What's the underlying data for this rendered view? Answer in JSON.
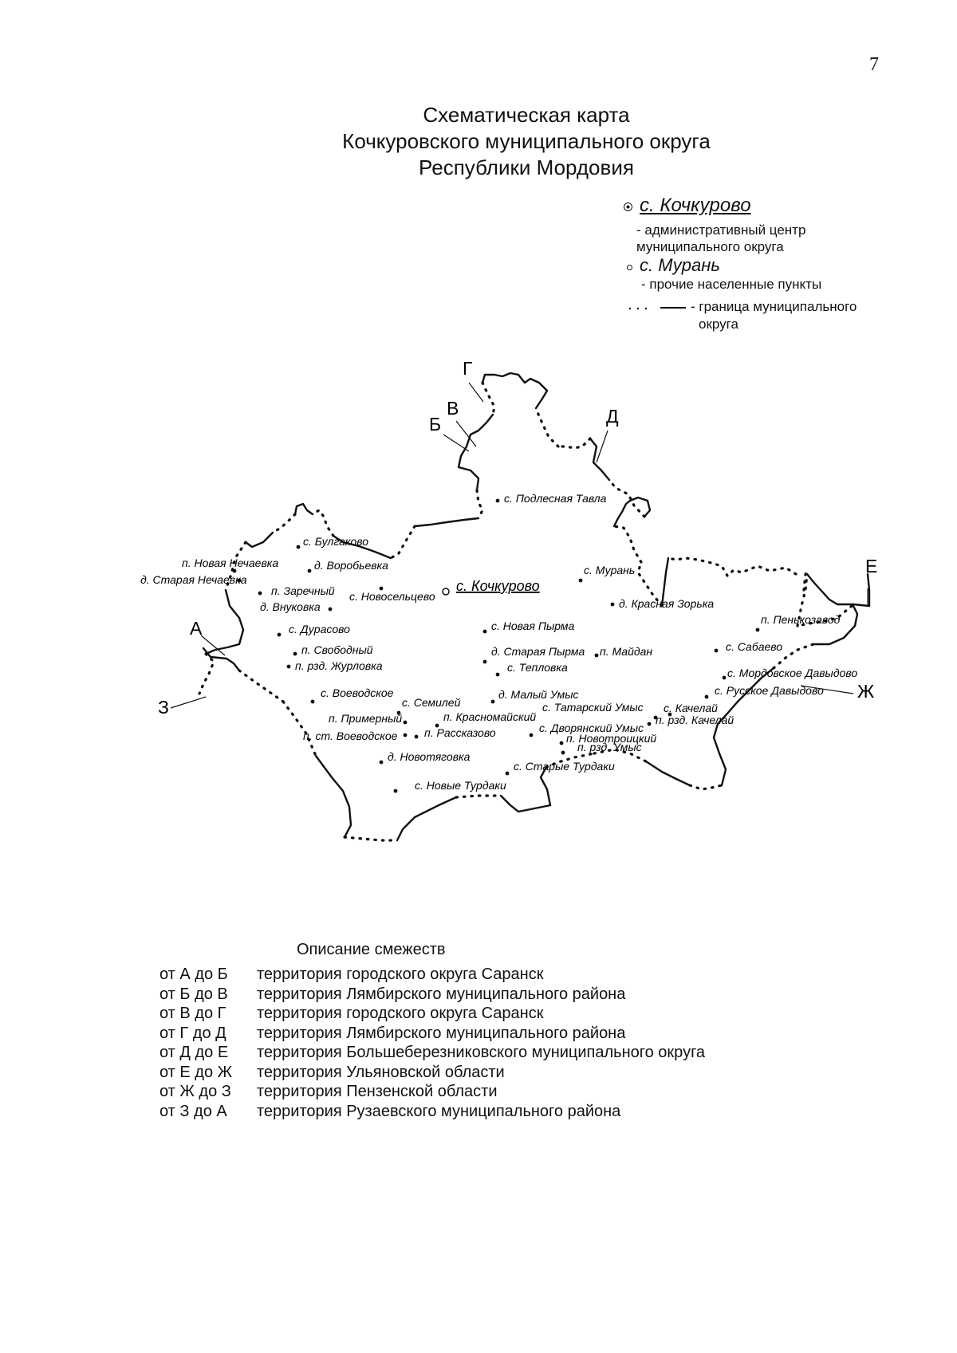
{
  "page_number": "7",
  "title": {
    "line1": "Схематическая карта",
    "line2": "Кочкуровского муниципального округа",
    "line3": "Республики Мордовия"
  },
  "legend": {
    "center_name": "с. Кочкурово",
    "center_desc_line1": "- административный центр",
    "center_desc_line2": "муниципального округа",
    "other_name": "с. Мурань",
    "other_desc": "- прочие населенные пункты",
    "border_desc_line1": "- граница муниципального",
    "border_desc_line2": "округа"
  },
  "border_points": [
    "А",
    "Б",
    "В",
    "Г",
    "Д",
    "Е",
    "Ж",
    "З"
  ],
  "settlements": [
    "с. Подлесная Тавла",
    "с. Булгаково",
    "д. Воробьевка",
    "п. Новая Нечаевка",
    "д. Старая Нечаевка",
    "п. Заречный",
    "с. Новосельцево",
    "д. Внуковка",
    "с. Мурань",
    "д. Красная Зорька",
    "с. Новая Пырма",
    "с. Дурасово",
    "п. Свободный",
    "п. рзд. Журловка",
    "д. Старая Пырма",
    "п. Майдан",
    "с. Тепловка",
    "п. Пенькозавод",
    "с. Сабаево",
    "с. Мордовское Давыдово",
    "с. Русское Давыдово",
    "с. Воеводское",
    "с. Семилей",
    "д. Малый Умыс",
    "с. Татарский Умыс",
    "с. Качелай",
    "п. рзд. Качелай",
    "п. Примерный",
    "п. Красномайский",
    "п. ст. Воеводское",
    "п. Рассказово",
    "с. Дворянский Умыс",
    "п. Новотроицкий",
    "п. рзд. Умыс",
    "д. Новотяговка",
    "с. Старые Турдаки",
    "с. Новые Турдаки"
  ],
  "map_center_label": "с. Кочкурово",
  "adjacency": {
    "title": "Описание смежеств",
    "rows": [
      {
        "from": "от А до Б",
        "text": "территория городского округа Саранск"
      },
      {
        "from": "от Б до В",
        "text": "территория Лямбирского муниципального района"
      },
      {
        "from": "от В до Г",
        "text": "территория городского округа Саранск"
      },
      {
        "from": "от Г до Д",
        "text": "территория Лямбирского муниципального района"
      },
      {
        "from": "от Д до Е",
        "text": "территория Большеберезниковского муниципального округа"
      },
      {
        "from": "от Е до Ж",
        "text": "территория Ульяновской области"
      },
      {
        "from": "от Ж до З",
        "text": "территория Пензенской области"
      },
      {
        "from": "от З до А",
        "text": "территория Рузаевского муниципального района"
      }
    ]
  }
}
